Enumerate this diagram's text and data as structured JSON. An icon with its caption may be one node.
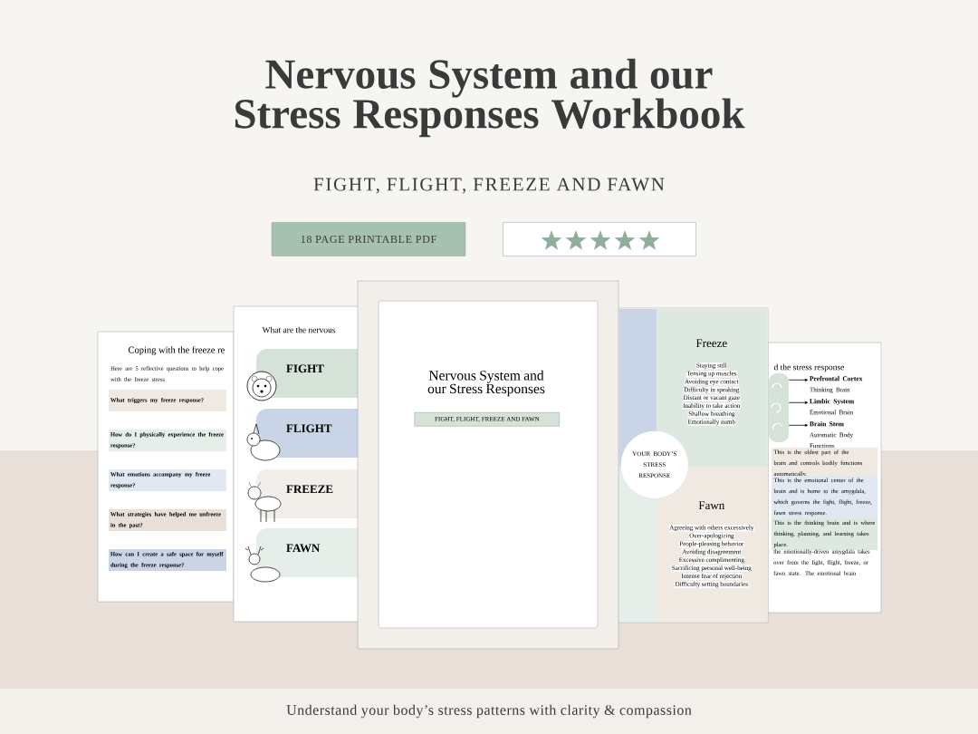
{
  "diagram": {
    "title": "Nervous System and our Stress Responses Workbook",
    "caption": "Understand your body’s stress patterns with clarity & compassion",
    "labels": [
      "FIGHT, FLIGHT, FREEZE AND FAWN",
      "the emotionally-driven amygdala takes over from the fight, flight, freeze, or fawn state. The emotional brain"
    ],
    "nodes": [
      {
        "text": [
          "18 PAGE PRINTABLE PDF"
        ]
      },
      {
        "text": [],
        "shape": "box"
      },
      {
        "text": [
          "Coping with the freeze re",
          "Here are 5 reflective questions to help cope with the freeze stress"
        ]
      },
      {
        "text": [
          "What triggers my freeze response?"
        ],
        "in": 2
      },
      {
        "text": [
          "How do I physically experience the freeze response?"
        ],
        "in": 2
      },
      {
        "text": [
          "What emotions accompany my freeze response?"
        ],
        "in": 2
      },
      {
        "text": [
          "What strategies have helped me unfreeze in the past?"
        ],
        "in": 2
      },
      {
        "text": [
          "How can I create a safe space for myself during the freeze response?"
        ],
        "in": 2
      },
      {
        "text": [
          "What are the nervous"
        ]
      },
      {
        "text": [
          "FIGHT"
        ],
        "in": 8
      },
      {
        "text": [
          "FLIGHT"
        ],
        "in": 8
      },
      {
        "text": [
          "FREEZE"
        ],
        "in": 8
      },
      {
        "text": [
          "FAWN"
        ],
        "in": 8
      },
      {
        "text": [
          "Nervous System and our Stress Responses"
        ]
      },
      {
        "text": [
          "FIGHT, FLIGHT, FREEZE AND FAWN"
        ],
        "in": 13
      },
      {
        "text": [],
        "shape": "box"
      },
      {
        "text": [
          "Freeze",
          "Staying still",
          "Tensing up muscles",
          "Avoiding eye contact",
          "Difficulty in speaking",
          "Distant or vacant gaze",
          "Inability to take action",
          "Shallow breathing",
          "Emotionally numb"
        ],
        "in": 15
      },
      {
        "text": [
          "Fawn",
          "Agreeing with others excessively",
          "Over-apologizing",
          "People-pleasing behavior",
          "Avoiding disagreement",
          "Excessive complimenting",
          "Sacrificing personal well-being",
          "Intense fear of rejection",
          "Difficulty setting boundaries"
        ],
        "in": 15
      },
      {
        "text": [
          "YOUR BODY’S STRESS RESPONSE"
        ],
        "in": 15
      },
      {
        "text": [
          "d the stress response"
        ]
      },
      {
        "text": [],
        "shape": "picture",
        "in": 19
      },
      {
        "text": [
          "Prefrontal Cortex",
          "Thinking Brain"
        ],
        "in": 19
      },
      {
        "text": [
          "Limbic System",
          "Emotional Brain"
        ],
        "in": 19
      },
      {
        "text": [
          "Brain Stem",
          "Automatic Body Functions"
        ],
        "in": 19
      },
      {
        "text": [
          "This is the oldest part of the brain and controls bodily functions automatically."
        ],
        "in": 19
      },
      {
        "text": [
          "This is the emotional center of the brain and is home to the amygdala, which governs the fight, flight, freeze, fawn stress response."
        ],
        "in": 19
      },
      {
        "text": [
          "This is the thinking brain and is where thinking, planning, and learning takes place."
        ],
        "in": 19
      }
    ],
    "edges": [
      {
        "from": 20,
        "to": 21,
        "arrow": "to"
      },
      {
        "from": 20,
        "to": 22,
        "arrow": "to"
      },
      {
        "from": 20,
        "to": 23,
        "arrow": "to"
      }
    ]
  }
}
